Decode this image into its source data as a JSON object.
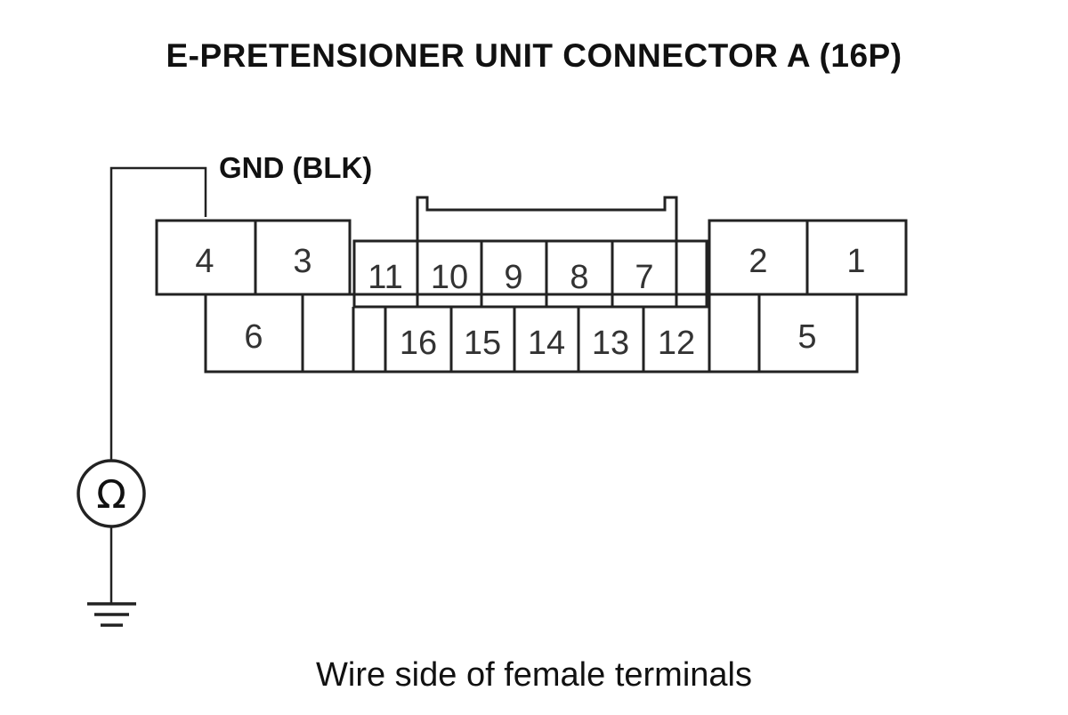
{
  "title": "E-PRETENSIONER UNIT CONNECTOR A (16P)",
  "caption": "Wire side of female terminals",
  "wire_label": "GND (BLK)",
  "meter_symbol": "Ω",
  "colors": {
    "line": "#222222",
    "text": "#333333",
    "background": "#ffffff"
  },
  "pins": {
    "p1": "1",
    "p2": "2",
    "p3": "3",
    "p4": "4",
    "p5": "5",
    "p6": "6",
    "p7": "7",
    "p8": "8",
    "p9": "9",
    "p10": "10",
    "p11": "11",
    "p12": "12",
    "p13": "13",
    "p14": "14",
    "p15": "15",
    "p16": "16"
  },
  "probe_terminal": "4"
}
